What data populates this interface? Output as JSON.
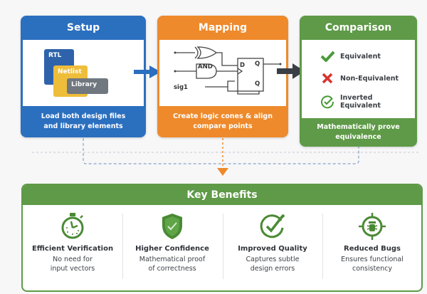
{
  "colors": {
    "setup": "#2b6fbf",
    "mapping": "#ee8a2c",
    "comparison": "#5e9a47",
    "benefits": "#5e9a47",
    "equivalent": "#4a9a3a",
    "non_equivalent": "#d9322c"
  },
  "setup": {
    "title": "Setup",
    "files": [
      "RTL",
      "Netlist",
      "Library"
    ],
    "description_line1": "Load both design files",
    "description_line2": "and library elements"
  },
  "mapping": {
    "title": "Mapping",
    "labels": {
      "gate": "AND",
      "signal": "sig1",
      "d": "D",
      "q": "Q",
      "qbar": "Q"
    },
    "description_line1": "Create logic cones & align",
    "description_line2": "compare points"
  },
  "comparison": {
    "title": "Comparison",
    "results": [
      {
        "label": "Equivalent",
        "icon": "check-icon"
      },
      {
        "label": "Non-Equivalent",
        "icon": "x-icon"
      },
      {
        "label": "Inverted Equivalent",
        "icon": "circle-check-icon"
      }
    ],
    "description_line1": "Mathematically prove",
    "description_line2": "equivalence"
  },
  "benefits": {
    "title": "Key Benefits",
    "items": [
      {
        "title": "Efficient Verification",
        "line1": "No need for",
        "line2": "input vectors",
        "icon": "stopwatch-icon"
      },
      {
        "title": "Higher Confidence",
        "line1": "Mathematical proof",
        "line2": "of correctness",
        "icon": "shield-check-icon"
      },
      {
        "title": "Improved Quality",
        "line1": "Captures subtle",
        "line2": "design errors",
        "icon": "check-pen-icon"
      },
      {
        "title": "Reduced Bugs",
        "line1": "Ensures functional",
        "line2": "consistency",
        "icon": "bug-target-icon"
      }
    ]
  }
}
